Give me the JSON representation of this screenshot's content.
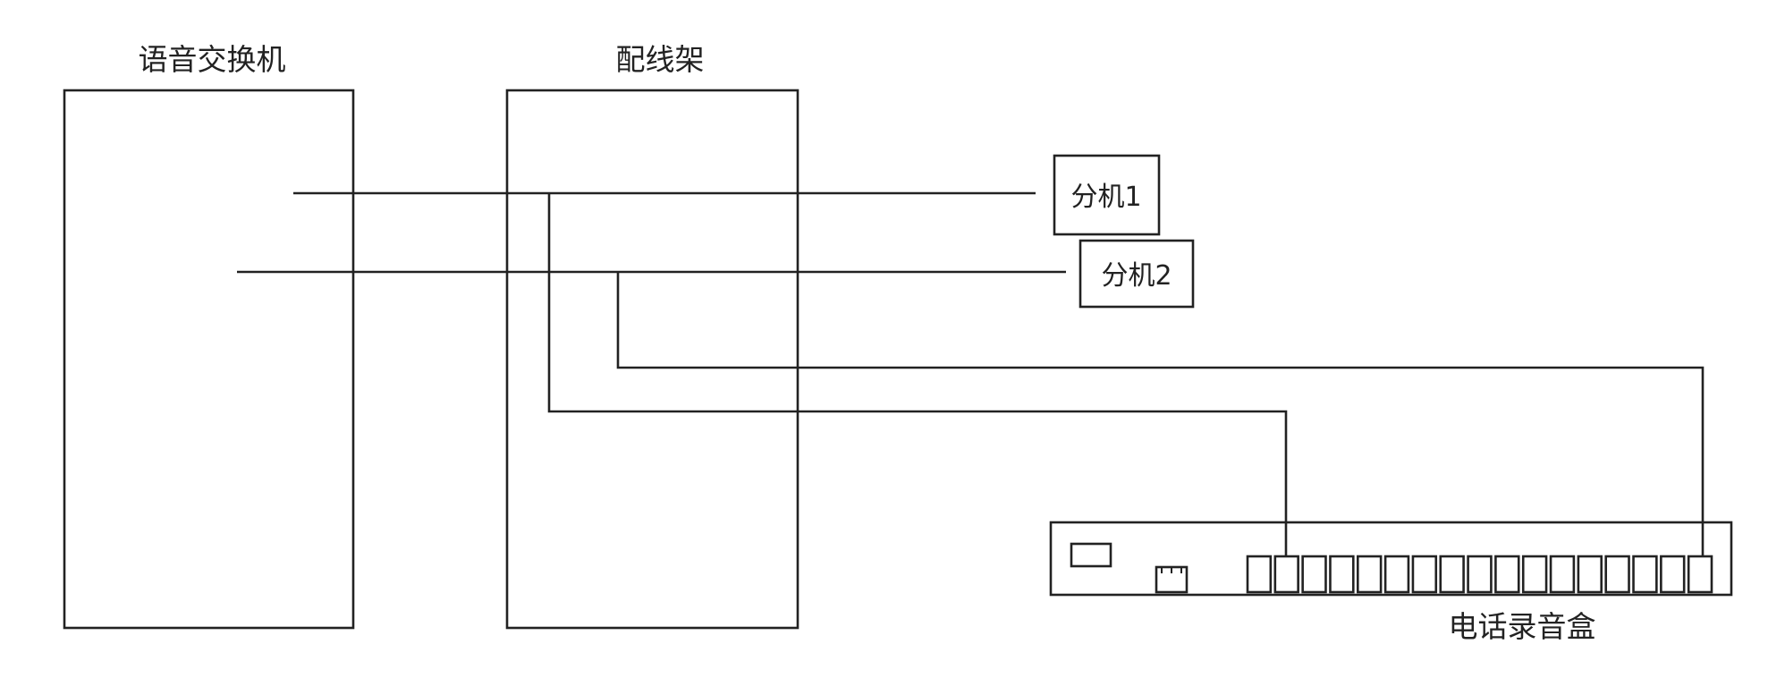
{
  "title_switch": "语音交换机",
  "title_frame": "配线架",
  "ext1": "分机1",
  "ext2": "分机2",
  "recorder": "电话录音盒",
  "recorder_port_count": 17
}
